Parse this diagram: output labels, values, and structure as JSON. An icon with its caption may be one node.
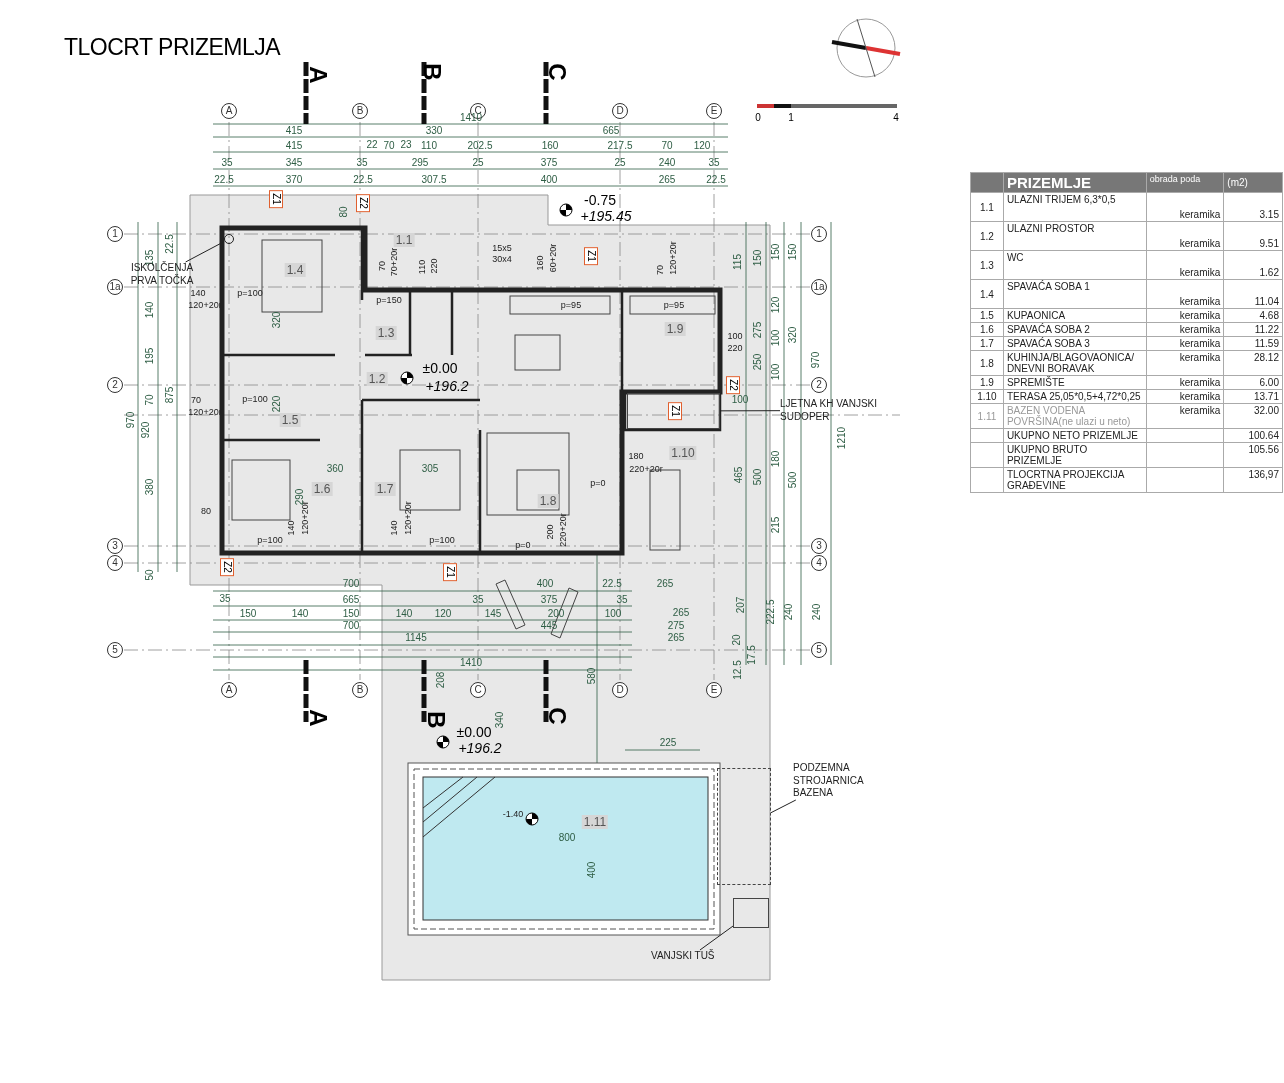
{
  "diagram": {
    "title": "TLOCRT PRIZEMLJA",
    "nodes": [
      {
        "text": [
          "ISKOLČENJA PRVA TOČKA"
        ]
      },
      {
        "text": [],
        "shape": "circle"
      },
      {
        "text": [
          "LJETNA KH VANJSKI SUDOPER"
        ]
      },
      {
        "text": [],
        "shape": "box"
      },
      {
        "text": [
          "PODZEMNA STROJARNICA BAZENA"
        ]
      },
      {
        "text": [],
        "shape": "box"
      },
      {
        "text": [
          "VANJSKI TUŠ"
        ]
      },
      {
        "text": [],
        "shape": "box"
      }
    ],
    "edges": [
      {
        "from": 0,
        "to": 1,
        "arrow": "none"
      },
      {
        "from": 2,
        "to": 3,
        "arrow": "none"
      },
      {
        "from": 4,
        "to": 5,
        "arrow": "none"
      },
      {
        "from": 6,
        "to": 7,
        "arrow": "none"
      }
    ],
    "labels": [
      "A",
      "B",
      "C",
      "0",
      "1",
      "4",
      "A",
      "B",
      "C",
      "D",
      "E",
      "1410",
      "415",
      "330",
      "665",
      "415",
      "22",
      "70",
      "23",
      "110",
      "202.5",
      "160",
      "217.5",
      "70",
      "120",
      "35",
      "345",
      "35",
      "295",
      "25",
      "375",
      "25",
      "240",
      "35",
      "22.5",
      "370",
      "22.5",
      "307.5",
      "400",
      "265",
      "22.5",
      "-0.75",
      "+195.45",
      "Z1",
      "Z2",
      "80",
      "1",
      "1a",
      "2",
      "3",
      "4",
      "5",
      "1",
      "1a",
      "2",
      "3",
      "4",
      "5",
      "22.5",
      "135",
      "140",
      "195",
      "70",
      "380",
      "50",
      "970",
      "920",
      "875",
      "115",
      "150",
      "150",
      "150",
      "120",
      "275",
      "100",
      "320",
      "250",
      "100",
      "970",
      "1210",
      "465",
      "500",
      "180",
      "500",
      "215",
      "1.1",
      "1.2",
      "1.3",
      "1.4",
      "1.5",
      "1.6",
      "1.7",
      "1.8",
      "1.9",
      "1.10",
      "1.11",
      "±0.00",
      "+196.2",
      "Z1",
      "Z2",
      "Z1",
      "Z2",
      "Z1",
      "p=100",
      "p=100",
      "p=100",
      "p=100",
      "p=150",
      "p=95",
      "p=95",
      "p=0",
      "p=0",
      "140",
      "120+20r",
      "70",
      "120+20r",
      "80",
      "320",
      "220",
      "360",
      "290",
      "305",
      "140",
      "120+20r",
      "140",
      "120+20r",
      "70",
      "70+20r",
      "110",
      "220",
      "15x5",
      "30x4",
      "160",
      "60+20r",
      "70",
      "120+20r",
      "100",
      "220",
      "180",
      "220+20r",
      "200",
      "220+20r",
      "100",
      "700",
      "400",
      "22.5",
      "265",
      "35",
      "665",
      "35",
      "375",
      "35",
      "150",
      "140",
      "150",
      "140",
      "120",
      "145",
      "200",
      "100",
      "265",
      "700",
      "445",
      "275",
      "1145",
      "265",
      "1410",
      "207",
      "222.5",
      "240",
      "240",
      "20",
      "17.5",
      "12.5",
      "A",
      "B",
      "C",
      "D",
      "E",
      "A",
      "B",
      "C",
      "208",
      "340",
      "580",
      "±0.00",
      "+196.2",
      "225",
      "-1.40",
      "800",
      "400",
      "PRIZEMLJE",
      "obrada poda",
      "(m2)",
      "1.1",
      "ULAZNI TRIJEM 6,3*0,5",
      "keramika",
      "3.15",
      "1.2",
      "ULAZNI PROSTOR",
      "keramika",
      "9.51",
      "1.3",
      "WC",
      "keramika",
      "1.62",
      "1.4",
      "SPAVAĆA SOBA 1",
      "keramika",
      "11.04",
      "1.5",
      "KUPAONICA",
      "keramika",
      "4.68",
      "1.6",
      "SPAVAĆA SOBA 2",
      "keramika",
      "11.22",
      "1.7",
      "SPAVAĆA SOBA 3",
      "keramika",
      "11.59",
      "1.8",
      "KUHINJA/BLAGOVAONICA/ DNEVNI BORAVAK",
      "keramika",
      "28.12",
      "1.9",
      "SPREMIŠTE",
      "keramika",
      "6.00",
      "1.10",
      "TERASA 25,05*0,5+4,72*0,25",
      "keramika",
      "13.71",
      "1.11",
      "BAZEN VODENA POVRŠINA(ne ulazi u neto)",
      "keramika",
      "32.00",
      "UKUPNO NETO PRIZEMLJE",
      "100.64",
      "UKUPNO BRUTO PRIZEMLJE",
      "105.56",
      "TLOCRTNA PROJEKCIJA GRAĐEVINE",
      "136,97"
    ]
  }
}
